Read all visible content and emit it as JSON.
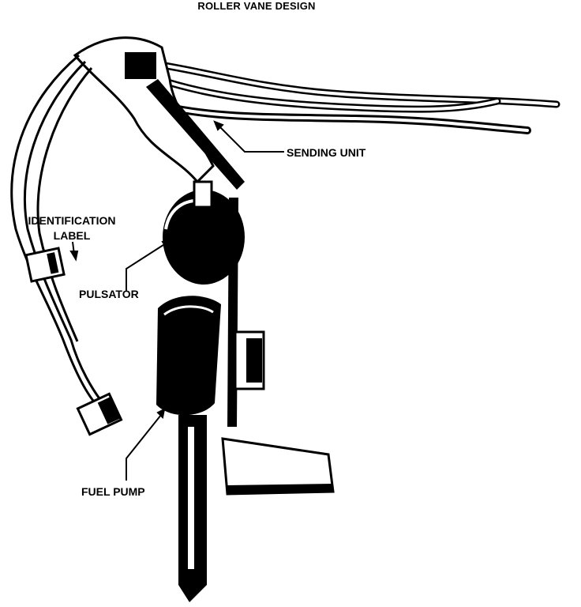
{
  "diagram": {
    "title": "ROLLER VANE DESIGN",
    "labels": {
      "sending_unit": "SENDING UNIT",
      "identification_line1": "IDENTIFICATION",
      "identification_line2": "LABEL",
      "pulsator": "PULSATOR",
      "fuel_pump": "FUEL PUMP"
    },
    "ink_color": "#000000",
    "paper_color": "#ffffff"
  }
}
